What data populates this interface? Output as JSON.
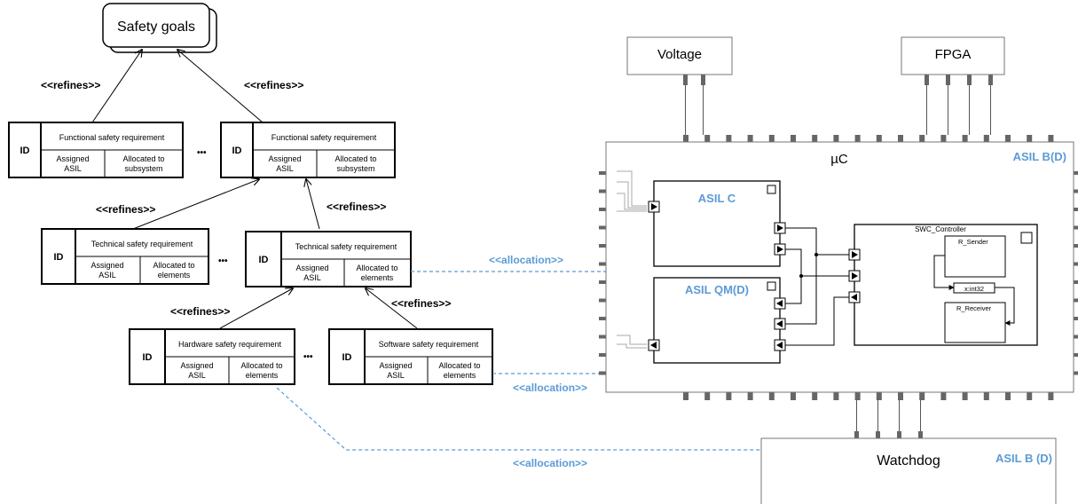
{
  "goal": {
    "label": "Safety goals"
  },
  "refines_label": "<<refines>>",
  "allocation_label": "<<allocation>>",
  "ellipsis": "•••",
  "requirements": {
    "id_label": "ID",
    "assigned_asil_line1": "Assigned",
    "assigned_asil_line2": "ASIL",
    "alloc_line1": "Allocated to",
    "alloc_subsystem": "subsystem",
    "alloc_elements": "elements",
    "functional": "Functional safety requirement",
    "technical": "Technical safety requirement",
    "hardware": "Hardware safety requirement",
    "software": "Software safety requirement"
  },
  "hardware": {
    "voltage": "Voltage",
    "fpga": "FPGA",
    "uc": "µC",
    "uc_asil": "ASIL B(D)",
    "asil_c": "ASIL C",
    "asil_qm": "ASIL QM(D)",
    "swc_controller": "SWC_Controller",
    "r_sender": "R_Sender",
    "r_receiver": "R_Receiver",
    "port_type": "x:int32",
    "watchdog": "Watchdog",
    "watchdog_asil": "ASIL B (D)"
  },
  "colors": {
    "accent": "#5b9bd5",
    "line": "#000000",
    "pin": "#666666"
  }
}
